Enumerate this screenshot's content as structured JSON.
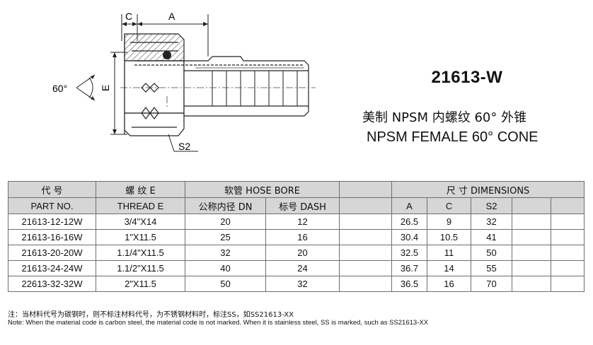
{
  "product": {
    "code": "21613-W",
    "desc_cn": "美制 NPSM 内螺纹 60° 外锥",
    "desc_en": "NPSM FEMALE 60° CONE"
  },
  "drawing": {
    "label_c": "C",
    "label_a": "A",
    "label_e": "E",
    "label_s2": "S2",
    "label_angle": "60°"
  },
  "table": {
    "header": {
      "code_cn": "代 号",
      "code_en": "PART NO.",
      "thread_cn": "螺 纹 E",
      "thread_en": "THREAD E",
      "hose_group": "软管  HOSE BORE",
      "dn": "公称内径 DN",
      "dash": "标号 DASH",
      "dimensions": "尺 寸  DIMENSIONS",
      "a": "A",
      "c": "C",
      "s2": "S2"
    },
    "rows": [
      {
        "part": "21613-12-12W",
        "thread": "3/4\"X14",
        "dn": "20",
        "dash": "12",
        "a": "26.5",
        "c": "9",
        "s2": "32"
      },
      {
        "part": "21613-16-16W",
        "thread": "1\"X11.5",
        "dn": "25",
        "dash": "16",
        "a": "30.4",
        "c": "10.5",
        "s2": "41"
      },
      {
        "part": "21613-20-20W",
        "thread": "1.1/4\"X11.5",
        "dn": "32",
        "dash": "20",
        "a": "32.5",
        "c": "11",
        "s2": "50"
      },
      {
        "part": "21613-24-24W",
        "thread": "1.1/2\"X11.5",
        "dn": "40",
        "dash": "24",
        "a": "36.7",
        "c": "14",
        "s2": "55"
      },
      {
        "part": "22613-32-32W",
        "thread": "2\"X11.5",
        "dn": "50",
        "dash": "32",
        "a": "36.5",
        "c": "16",
        "s2": "70"
      }
    ]
  },
  "notes": {
    "cn": "注：当材料代号为碳钢时，则不标注材料代号，为不锈钢材料时，标注SS，如SS21613-XX",
    "en": "Note: When the material code is carbon steel, the material code is not marked. When it is stainless steel, SS is marked, such as SS21613-XX"
  }
}
